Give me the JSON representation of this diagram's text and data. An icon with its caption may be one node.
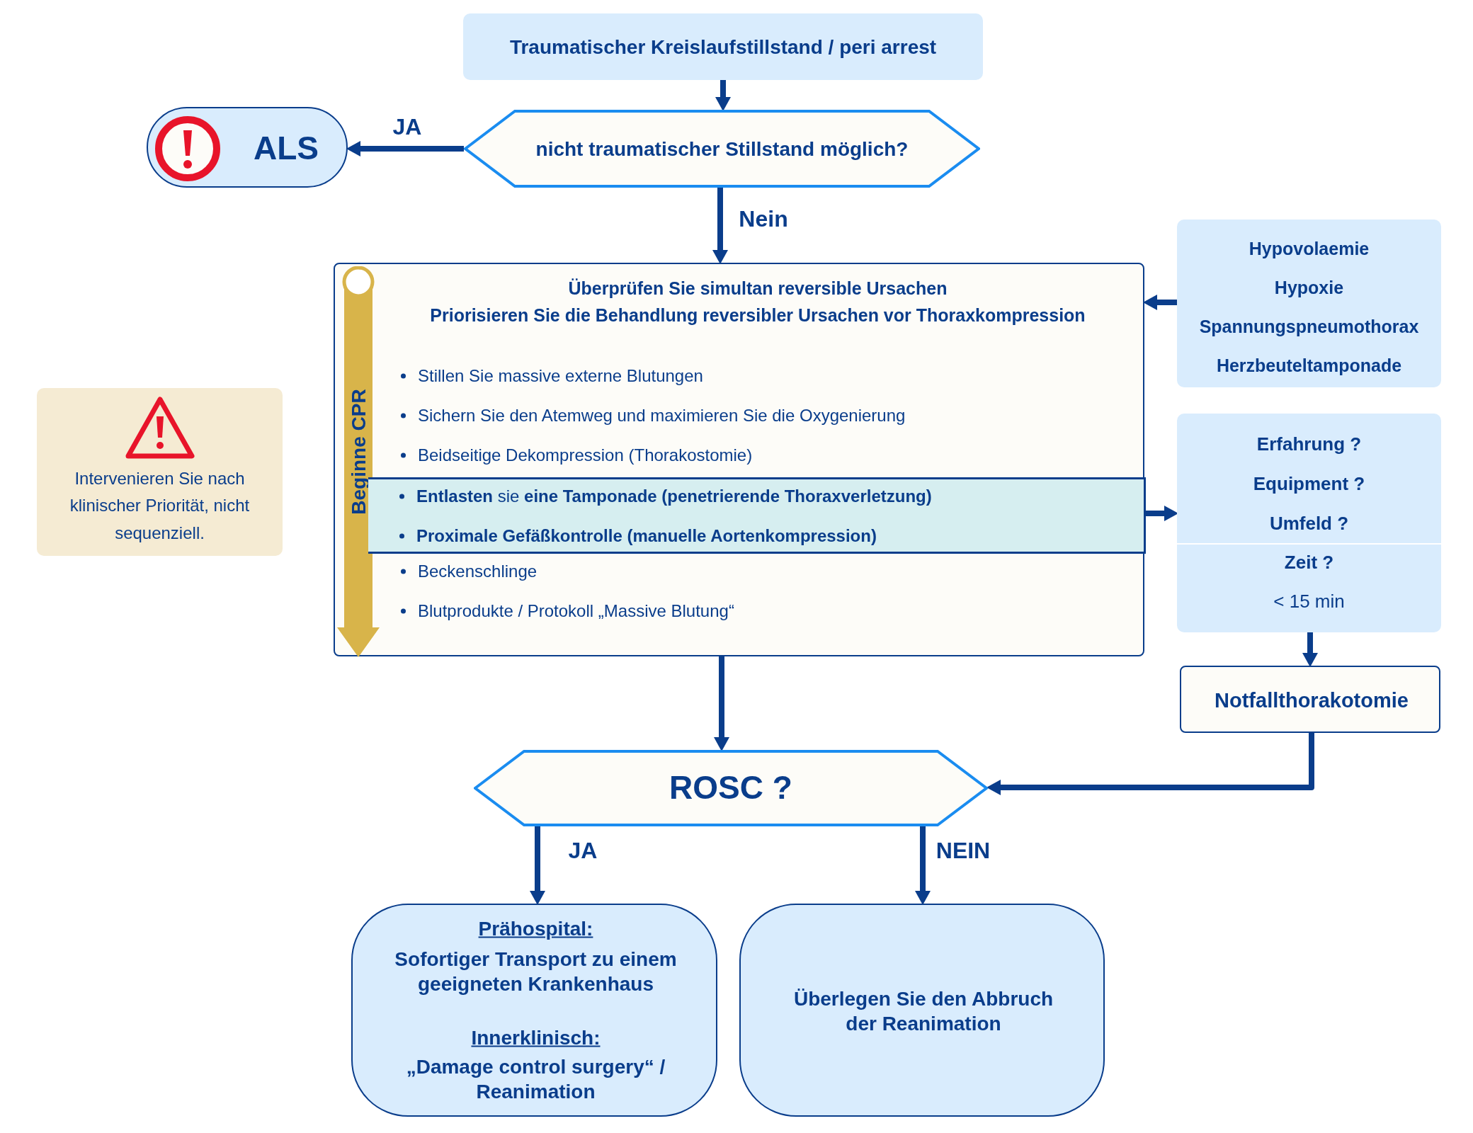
{
  "diagram": {
    "nodes": [
      {
        "text": [
          "Traumatischer Kreislaufstillstand / peri arrest"
        ]
      },
      {
        "text": [
          "nicht traumatischer Stillstand möglich?"
        ]
      },
      {
        "text": [
          "ALS"
        ]
      },
      {
        "text": [
          "Überprüfen Sie simultan reversible Ursachen",
          "Priorisieren Sie die Behandlung reversibler Ursachen vor Thoraxkompression",
          "Stillen Sie massive externe Blutungen",
          "Sichern Sie den Atemweg und maximieren Sie die Oxygenierung",
          "Beidseitige Dekompression (Thorakostomie)",
          "Beckenschlinge",
          "Blutprodukte / Protokoll „Massive Blutung“"
        ]
      },
      {
        "text": [
          "Beginne CPR"
        ],
        "in": 3
      },
      {
        "text": [
          "**Entlasten** sie **eine Tamponade (penetrierende Thoraxverletzung)**",
          "Proximale Gefäßkontrolle (manuelle Aortenkompression)"
        ],
        "in": 3
      },
      {
        "text": [
          "Intervenieren Sie nach klinischer Priorität, nicht sequenziell."
        ]
      },
      {
        "text": [
          "Hypovolaemie",
          "Hypoxie",
          "Spannungspneumothorax",
          "Herzbeuteltamponade"
        ]
      },
      {
        "text": [
          "Erfahrung ?",
          "Equipment ?",
          "Umfeld ?",
          "Zeit ?",
          "< 15 min"
        ]
      },
      {
        "text": [
          "Notfallthorakotomie"
        ]
      },
      {
        "text": [
          "ROSC ?"
        ]
      },
      {
        "text": [
          "Prähospital:",
          "Sofortiger Transport zu einem geeigneten Krankenhaus",
          "Innerklinisch:",
          "„Damage control surgery“ / Reanimation"
        ]
      },
      {
        "text": [
          "Überlegen Sie den Abbruch der Reanimation"
        ]
      }
    ],
    "edges": [
      {
        "from": 0,
        "to": 1,
        "arrow": "to"
      },
      {
        "from": 1,
        "to": 2,
        "arrow": "to",
        "label": "JA"
      },
      {
        "from": 1,
        "to": 3,
        "arrow": "to",
        "label": "Nein"
      },
      {
        "from": 7,
        "to": 3,
        "arrow": "to"
      },
      {
        "from": 5,
        "to": 8,
        "arrow": "to"
      },
      {
        "from": 8,
        "to": 9,
        "arrow": "to"
      },
      {
        "from": 3,
        "to": 10,
        "arrow": "to"
      },
      {
        "from": 9,
        "to": 10,
        "arrow": "to"
      },
      {
        "from": 10,
        "to": 11,
        "arrow": "to",
        "label": "JA"
      },
      {
        "from": 10,
        "to": 12,
        "arrow": "to",
        "label": "NEIN"
      }
    ]
  }
}
